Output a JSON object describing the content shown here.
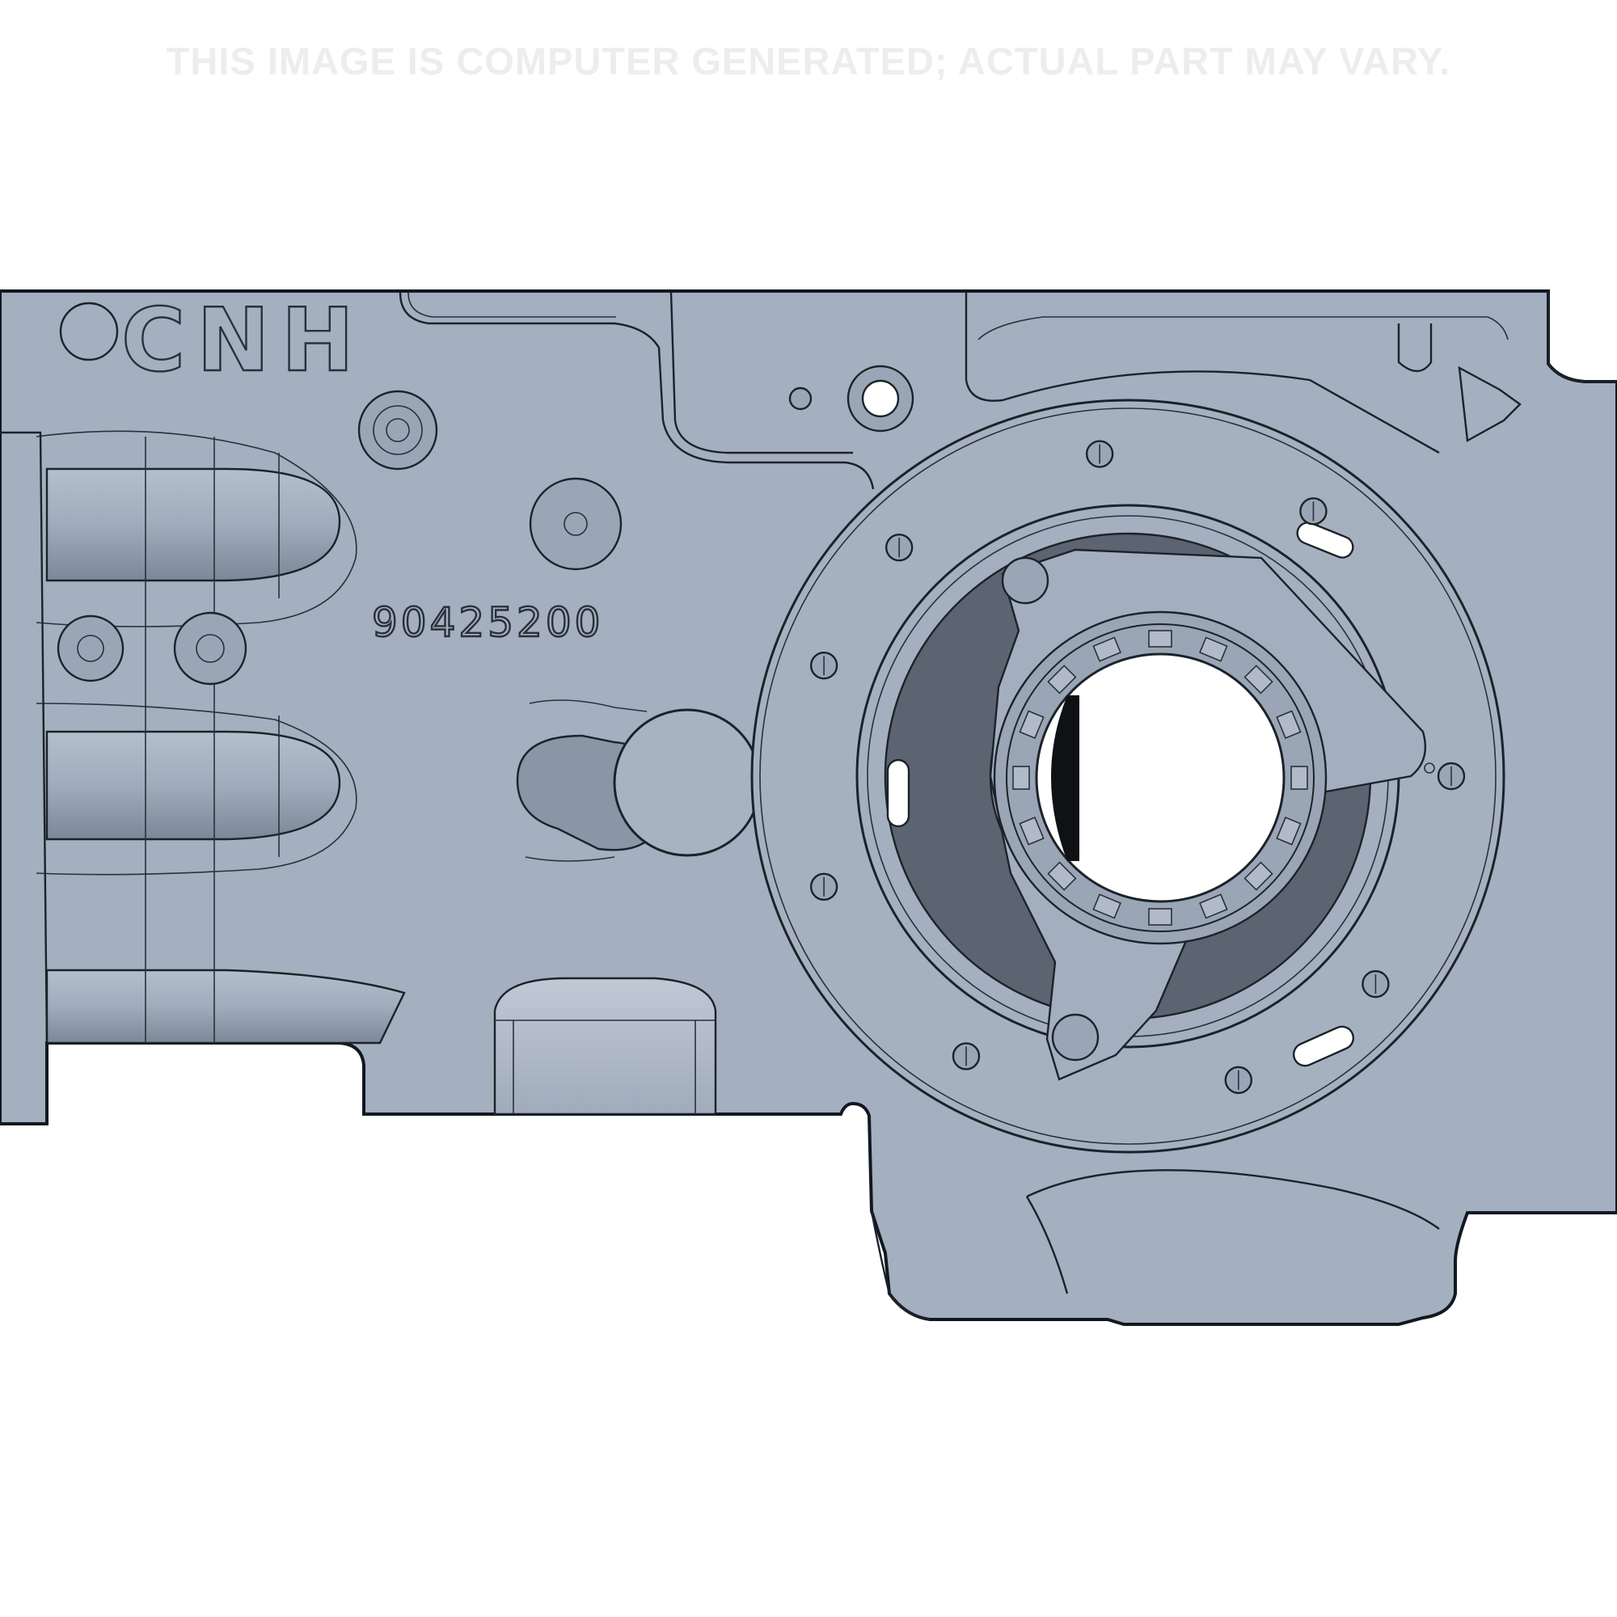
{
  "disclaimer": "THIS IMAGE IS COMPUTER GENERATED; ACTUAL PART MAY VARY.",
  "logo_text": "CNH",
  "part_number": "90425200",
  "colors": {
    "background": "#ffffff",
    "casting": "#a4afbf",
    "casting_shadow": "#7f8a9a",
    "recess_dark": "#5b6470",
    "outline": "#1c2229",
    "disclaimer": "#ededed"
  }
}
